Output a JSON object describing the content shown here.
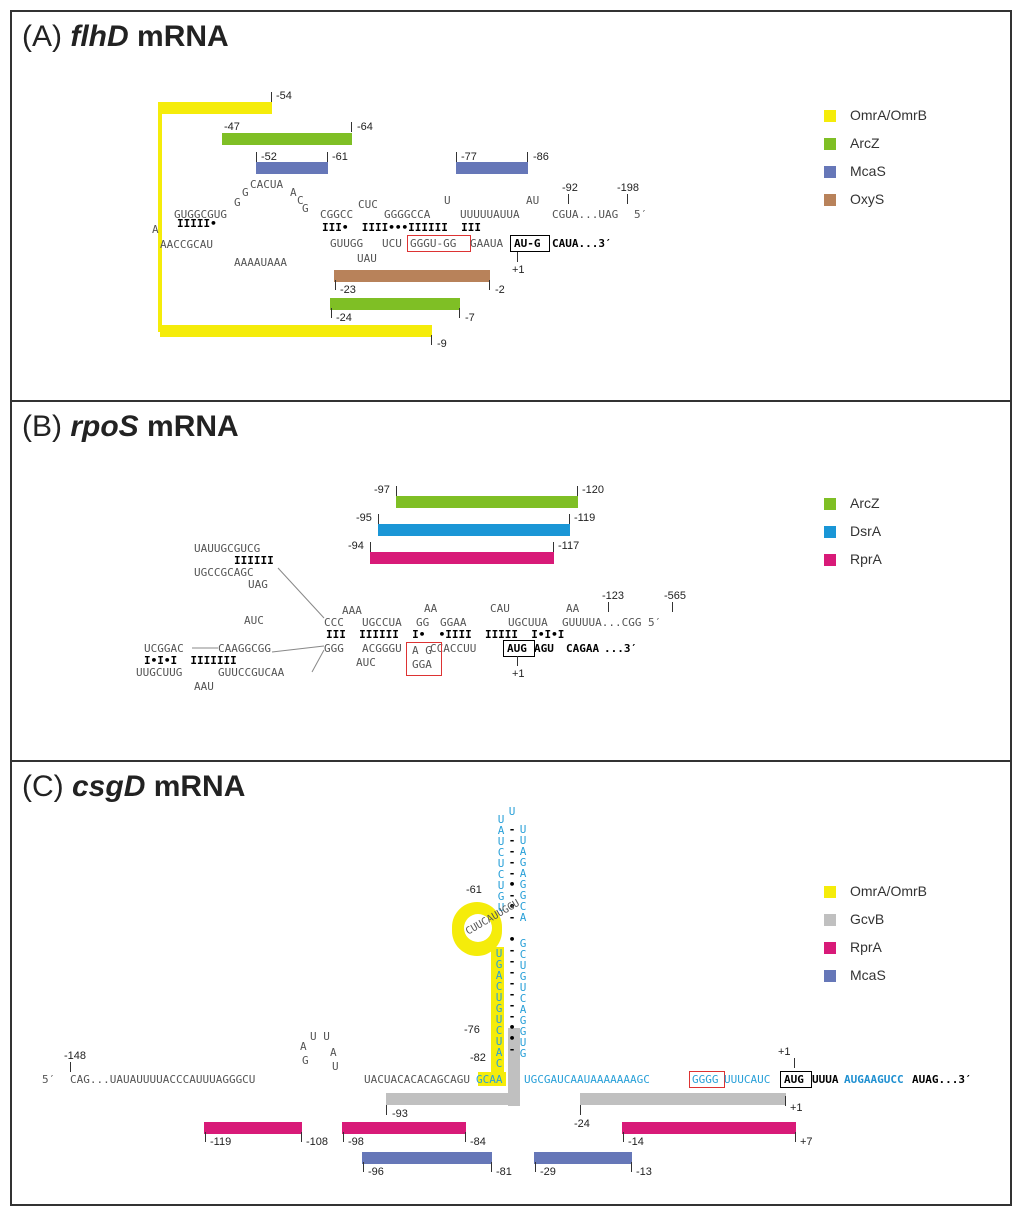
{
  "panelA": {
    "letter": "(A)",
    "gene": "flhD",
    "mrna": "mRNA",
    "legend": [
      {
        "name": "OmrA/OmrB",
        "color": "#f5ec0a"
      },
      {
        "name": "ArcZ",
        "color": "#7fbf25"
      },
      {
        "name": "McaS",
        "color": "#6677b8"
      },
      {
        "name": "OxyS",
        "color": "#b8825a"
      }
    ],
    "labels": {
      "m54": "-54",
      "m47": "-47",
      "m64": "-64",
      "m52": "-52",
      "m61": "-61",
      "m77": "-77",
      "m86": "-86",
      "m92": "-92",
      "m198": "-198",
      "m23": "-23",
      "m2": "-2",
      "p1": "+1",
      "m24": "-24",
      "m7": "-7",
      "m9": "-9"
    },
    "seq": {
      "loopTop": "GUGGCGUG",
      "loopG1": "G",
      "loopG2": "G",
      "loopArc": "CACUA",
      "loopA": "A",
      "loopC": "C",
      "loopG3": "G",
      "leftA": "A",
      "bottomLeft": "AACCGCAU",
      "bottomLoop": "AAAAUAAA",
      "cggcc": "CGGCC",
      "cuc": "CUC",
      "gggcca": "GGGGCCA",
      "u1": "U",
      "uuuuu": "UUUUUAUUA",
      "au": "AU",
      "cgua": "CGUA...UAG",
      "five": "5′",
      "guugg": "GUUGG",
      "ucu": "UCU",
      "gggu": "GGGU-GG",
      "gaaua": "GAAUA",
      "start": "AU-G",
      "cauatail": "CAUA...3′",
      "uau": "UAU"
    }
  },
  "panelB": {
    "letter": "(B)",
    "gene": "rpoS",
    "mrna": "mRNA",
    "legend": [
      {
        "name": "ArcZ",
        "color": "#7fbf25"
      },
      {
        "name": "DsrA",
        "color": "#1a96d6"
      },
      {
        "name": "RprA",
        "color": "#d81a78"
      }
    ],
    "labels": {
      "m97": "-97",
      "m120": "-120",
      "m95": "-95",
      "m119": "-119",
      "m94": "-94",
      "m117": "-117",
      "m123": "-123",
      "m565": "-565",
      "p1": "+1"
    },
    "seq": {
      "s1": "UAUUGCGUCG",
      "s2": "UGCCGCAGC",
      "s3": "UAG",
      "s4": "AUC",
      "s5": "UCGGAC",
      "s6": "CAAGGCGG",
      "s7": "UUGCUUG",
      "s8": "GUUCCGUCAA",
      "s9": "AAU",
      "top1": "CCC",
      "top2": "UGCCUA",
      "top3": "GG",
      "top4": "GGAA",
      "top5": "UGCUUA",
      "top6": "GUUUUA...CGG",
      "five": "5′",
      "aa1": "AAA",
      "aa2": "AA",
      "aa3": "CAU",
      "aa4": "AA",
      "bot1": "GGG",
      "bot2": "ACGGGU",
      "bot3": "CCACCUU",
      "start": "AUG",
      "bot4": "AGU",
      "bot5": "CAGAA",
      "three": "...3′",
      "auc": "AUC",
      "ag": "A G",
      "gga": "GGA"
    }
  },
  "panelC": {
    "letter": "(C)",
    "gene": "csgD",
    "mrna": "mRNA",
    "legend": [
      {
        "name": "OmrA/OmrB",
        "color": "#f5ec0a"
      },
      {
        "name": "GcvB",
        "color": "#c0c0c0"
      },
      {
        "name": "RprA",
        "color": "#d81a78"
      },
      {
        "name": "McaS",
        "color": "#6677b8"
      }
    ],
    "labels": {
      "m148": "-148",
      "m61": "-61",
      "m76": "-76",
      "m82": "-82",
      "p1top": "+1",
      "m93": "-93",
      "m24": "-24",
      "p1": "+1",
      "m119": "-119",
      "m108": "-108",
      "m98": "-98",
      "m84": "-84",
      "m14": "-14",
      "p7": "+7",
      "m96": "-96",
      "m81": "-81",
      "m29": "-29",
      "m13": "-13"
    },
    "seq": {
      "five": "5′",
      "main1": "CAG...UAUAUUUUACCCAUUUAGGGCU",
      "main2": "UACUACACACAGCAGU",
      "gcaa": "GCAA",
      "ugc": "UGCGAUCAAUAAAAAAAGC",
      "gggg": "GGGG",
      "uuuc": "UUUCAUC",
      "start": "AUG",
      "uuua": "UUUA",
      "augaag": "AUGAAGUCC",
      "auag": "AUAG...3′",
      "hairA": "A",
      "hairG": "G",
      "hairU": "U",
      "hairUU": "U U",
      "hairA2": "A",
      "stemLeft": "UAUCUCUGU",
      "stemLeftLow": "UGACUGUCUAC",
      "stemRight": "UUAGAGGCA",
      "stemRightLow": "GCUGUCAGGUG",
      "topU": "U",
      "yelLoop": "CUUCAUUGGU"
    }
  }
}
